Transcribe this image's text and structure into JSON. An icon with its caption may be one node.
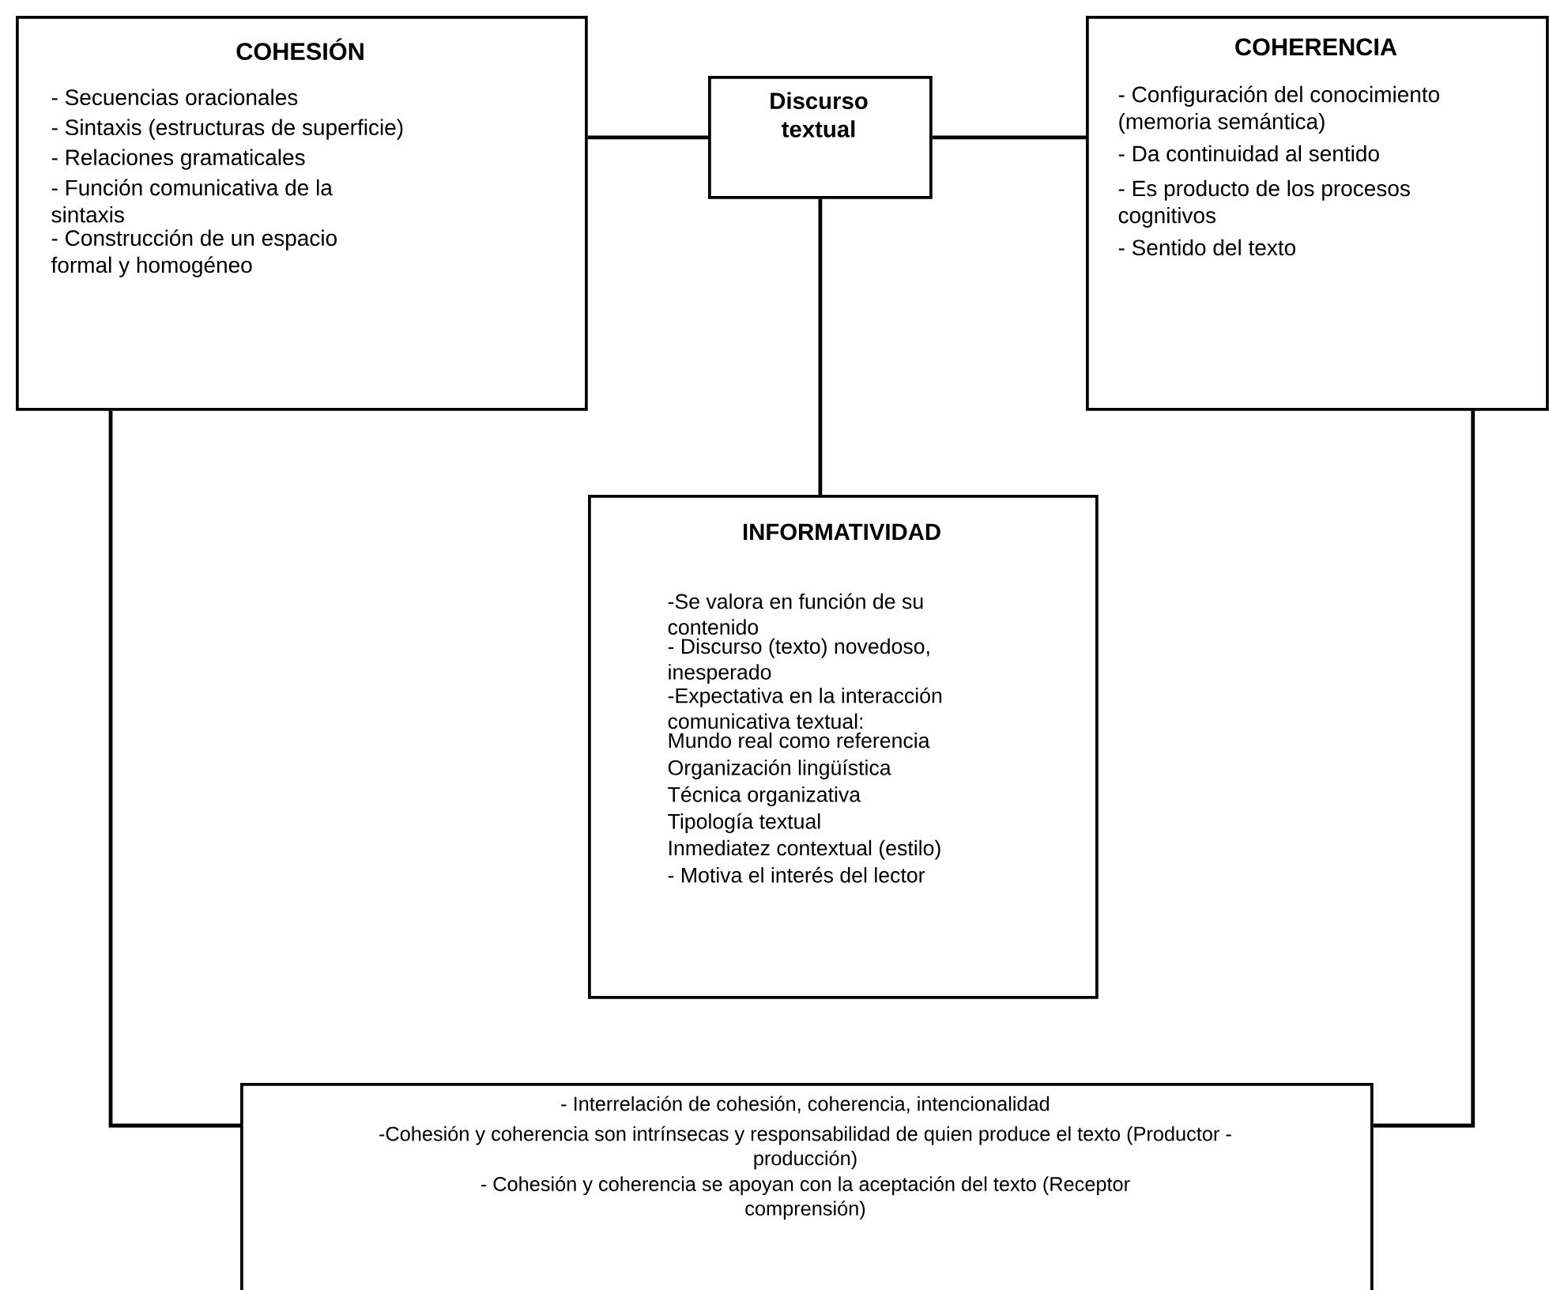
{
  "diagram": {
    "nodes": [
      {
        "text": [
          "COHESIÓN",
          "- Secuencias oracionales",
          "- Sintaxis (estructuras de superficie)",
          "- Relaciones gramaticales",
          "- Función comunicativa de la sintaxis",
          "- Construcción de un espacio formal y homogéneo"
        ]
      },
      {
        "text": [
          "Discurso textual"
        ]
      },
      {
        "text": [
          "COHERENCIA",
          "- Configuración del conocimiento (memoria semántica)",
          "- Da continuidad al sentido",
          "- Es producto de los procesos cognitivos",
          "- Sentido del texto"
        ]
      },
      {
        "text": [
          "INFORMATIVIDAD",
          "-Se valora en función de su contenido",
          "- Discurso (texto) novedoso, inesperado",
          "-Expectativa en la interacción comunicativa textual:",
          "Mundo real como referencia",
          "Organización lingüística",
          "Técnica organizativa",
          "Tipología textual",
          "Inmediatez contextual (estilo)",
          "- Motiva el interés del lector"
        ]
      },
      {
        "text": [
          "- Interrelación de cohesión, coherencia, intencionalidad",
          "-Cohesión y coherencia son intrínsecas y responsabilidad de quien produce el texto (Productor - producción)",
          "- Cohesión y coherencia se apoyan con la aceptación del texto (Receptor comprensión)"
        ]
      }
    ],
    "edges": [
      {
        "from": 0,
        "to": 1,
        "arrow": "none"
      },
      {
        "from": 1,
        "to": 2,
        "arrow": "none"
      },
      {
        "from": 1,
        "to": 3,
        "arrow": "none"
      },
      {
        "from": 0,
        "to": 4,
        "arrow": "none"
      },
      {
        "from": 2,
        "to": 4,
        "arrow": "none"
      }
    ]
  }
}
